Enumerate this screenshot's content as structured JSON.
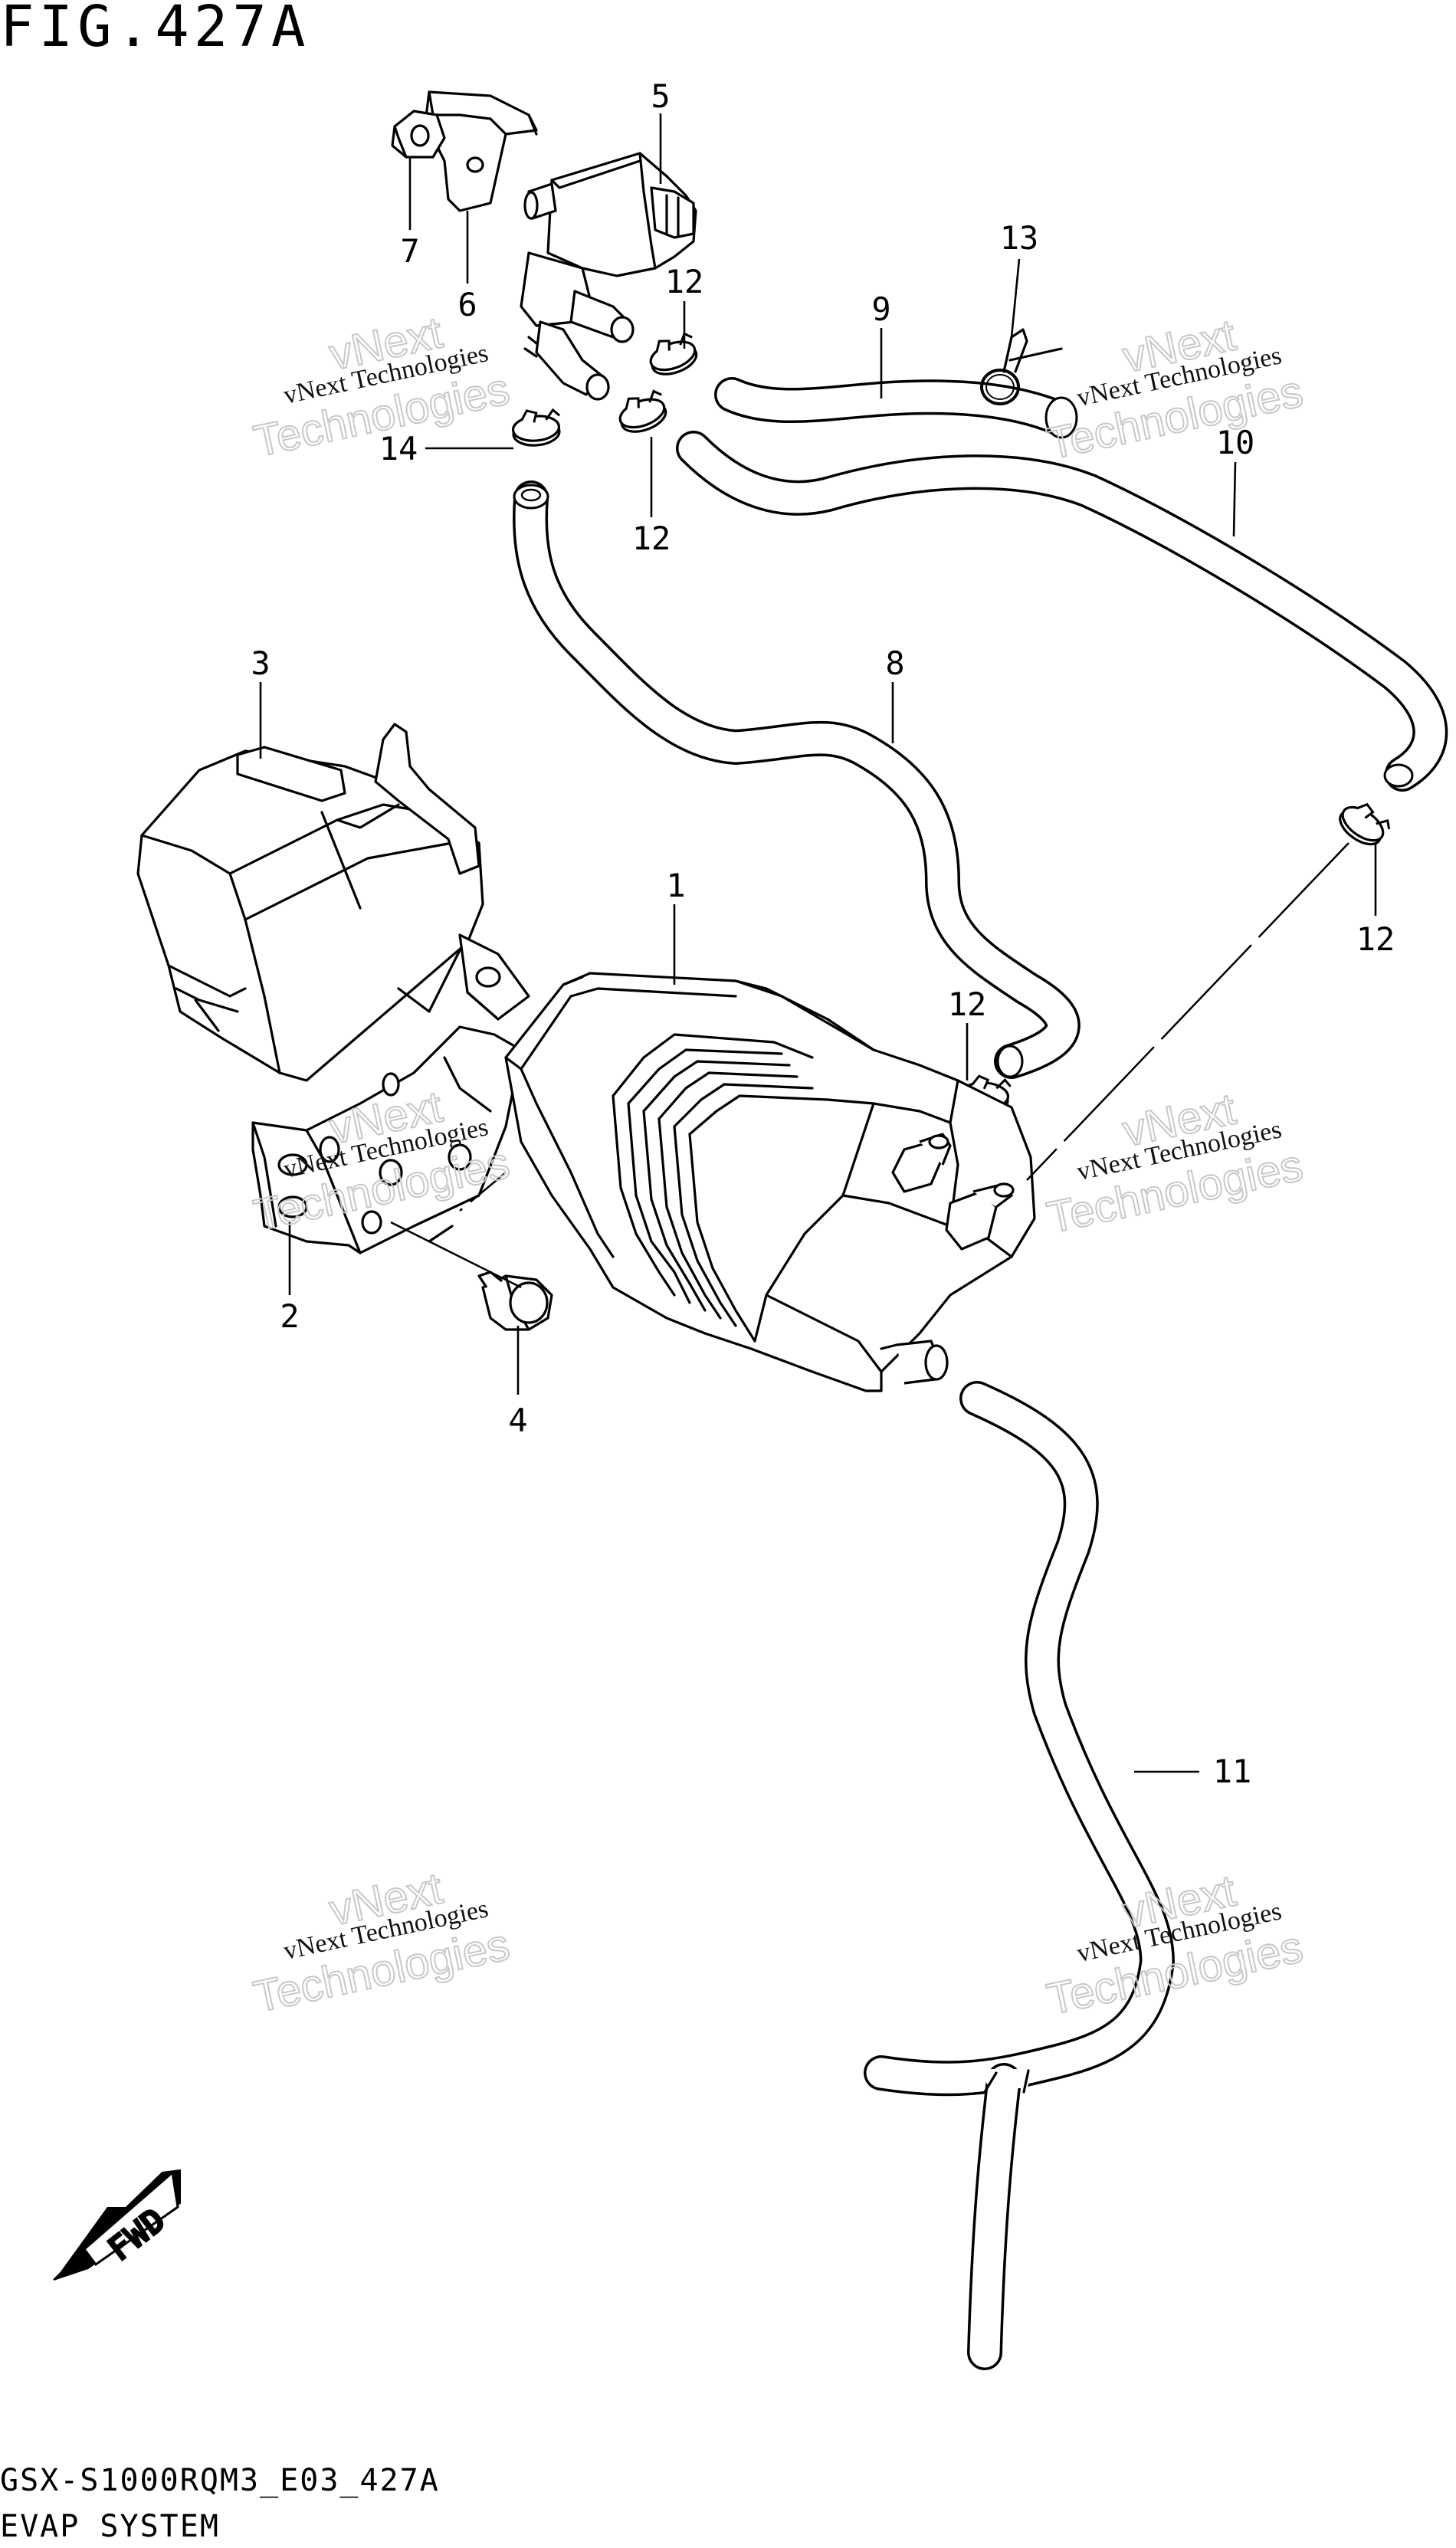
{
  "figure": {
    "title": "FIG.427A",
    "footer_model": "GSX-S1000RQM3_E03_427A",
    "footer_system": "EVAP SYSTEM",
    "fwd_label": "FWD"
  },
  "watermark": {
    "line1": "vNext Technologies",
    "line2": "Technologies",
    "line3": "vNext"
  },
  "callouts": [
    {
      "id": "c1",
      "label": "1"
    },
    {
      "id": "c2",
      "label": "2"
    },
    {
      "id": "c3",
      "label": "3"
    },
    {
      "id": "c4",
      "label": "4"
    },
    {
      "id": "c5",
      "label": "5"
    },
    {
      "id": "c6",
      "label": "6"
    },
    {
      "id": "c7",
      "label": "7"
    },
    {
      "id": "c8",
      "label": "8"
    },
    {
      "id": "c9",
      "label": "9"
    },
    {
      "id": "c10",
      "label": "10"
    },
    {
      "id": "c11",
      "label": "11"
    },
    {
      "id": "c12a",
      "label": "12"
    },
    {
      "id": "c12b",
      "label": "12"
    },
    {
      "id": "c12c",
      "label": "12"
    },
    {
      "id": "c12d",
      "label": "12"
    },
    {
      "id": "c13",
      "label": "13"
    },
    {
      "id": "c14",
      "label": "14"
    }
  ]
}
